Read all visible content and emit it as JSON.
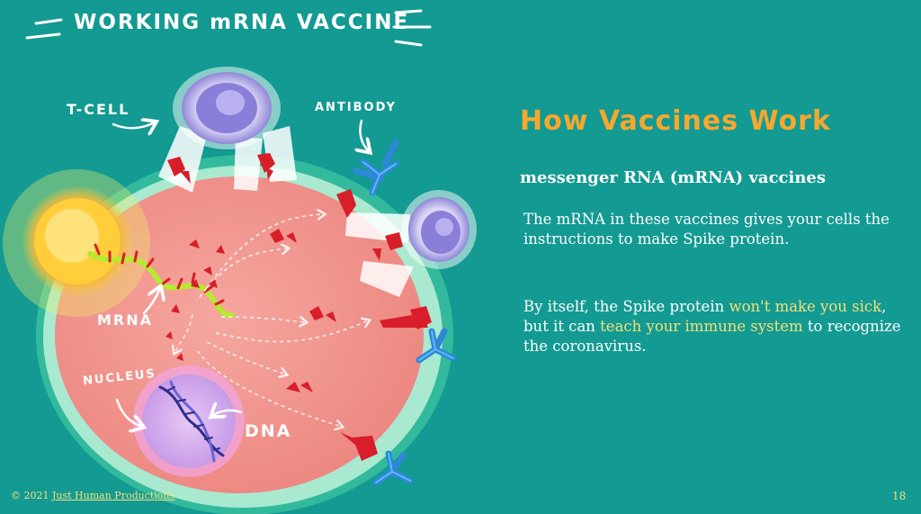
{
  "slide": {
    "illustration_title": "WORKING mRNA VACCINE",
    "labels": {
      "tcell": "T-CELL",
      "antibody": "ANTIBODY",
      "mrna": "MRNA",
      "nucleus": "NUCLEUS",
      "dna": "DNA"
    },
    "heading": "How Vaccines Work",
    "subheading": "messenger RNA (mRNA) vaccines",
    "paragraph1": "The mRNA in these vaccines gives your cells the instructions to make Spike protein.",
    "paragraph2": {
      "t1": "By itself, the Spike protein ",
      "h1": "won't make you sick",
      "t2": ", but it can ",
      "h2": "teach your immune system",
      "t3": " to recognize the coronavirus."
    },
    "footer": {
      "copyright": "© 2021 ",
      "link": "Just Human Productions"
    },
    "page_number": "18"
  },
  "colors": {
    "background": "#139a92",
    "heading": "#f5a72f",
    "highlight": "#f3e07a",
    "cell": "#ef8f8a",
    "spike": "#d81e2a",
    "antibody": "#2e88d8",
    "tcell": "#8a7fd8"
  }
}
